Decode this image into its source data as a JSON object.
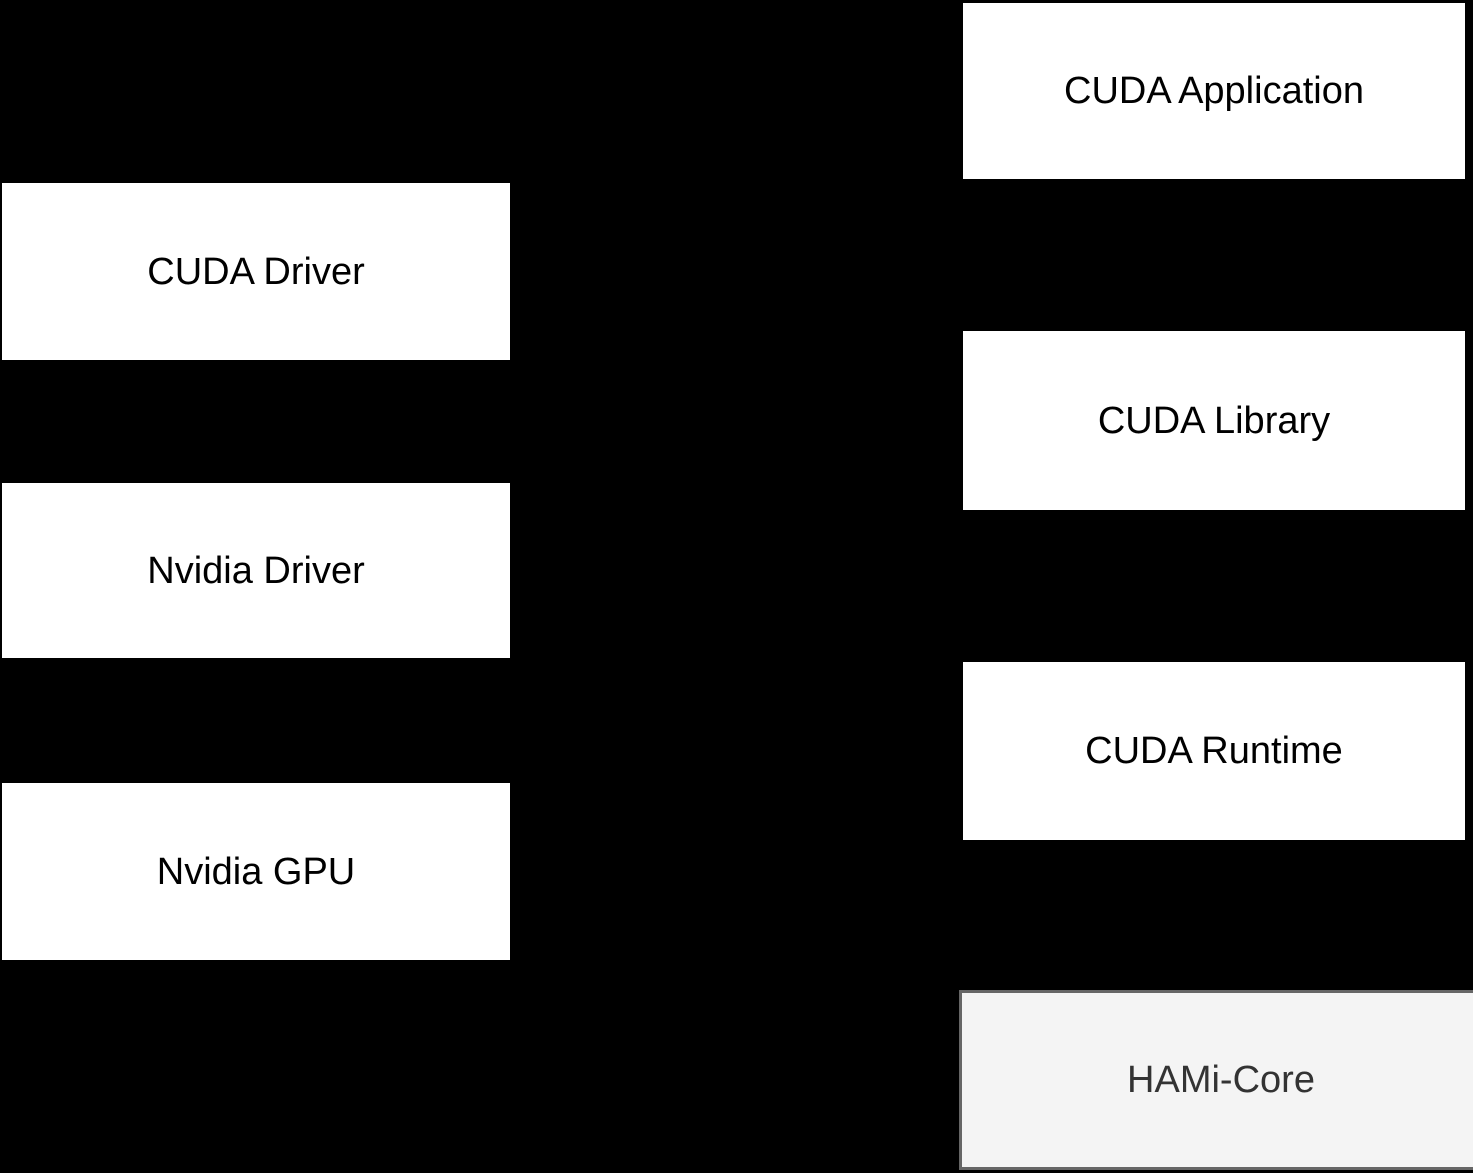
{
  "diagram": {
    "description": "GPU software stack diagram with HAMi-Core",
    "colors": {
      "background": "#000000",
      "box_fill": "#ffffff",
      "box_text": "#000000",
      "highlight_fill": "#f4f4f4",
      "highlight_border": "#666666",
      "highlight_text": "#333333"
    },
    "left_column": {
      "boxes": [
        {
          "label": "CUDA Driver"
        },
        {
          "label": "Nvidia Driver"
        },
        {
          "label": "Nvidia GPU"
        }
      ]
    },
    "right_column": {
      "boxes": [
        {
          "label": "CUDA Application"
        },
        {
          "label": "CUDA Library"
        },
        {
          "label": "CUDA Runtime"
        },
        {
          "label": "HAMi-Core",
          "highlighted": true
        }
      ]
    }
  }
}
